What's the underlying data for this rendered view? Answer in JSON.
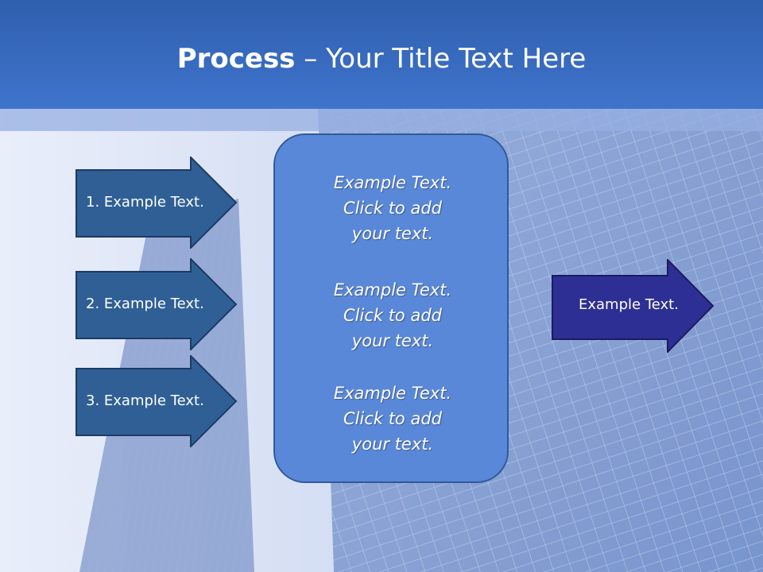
{
  "title": {
    "bold": "Process",
    "rest": " – Your Title Text Here"
  },
  "left_arrows": [
    {
      "label": "1. Example Text."
    },
    {
      "label": "2. Example Text."
    },
    {
      "label": "3. Example Text."
    }
  ],
  "center_panel": {
    "blocks": [
      {
        "line1": "Example Text.",
        "line2": "Click  to add",
        "line3": "your text."
      },
      {
        "line1": "Example Text.",
        "line2": "Click  to add",
        "line3": "your text."
      },
      {
        "line1": "Example Text.",
        "line2": "Click  to add",
        "line3": "your text."
      }
    ]
  },
  "right_arrow": {
    "label": "Example Text."
  },
  "colors": {
    "header": "#3f74cc",
    "left_arrow_fill": "#2f5f95",
    "center_panel_fill": "#5a88d8",
    "right_arrow_fill": "#2e2f94"
  }
}
